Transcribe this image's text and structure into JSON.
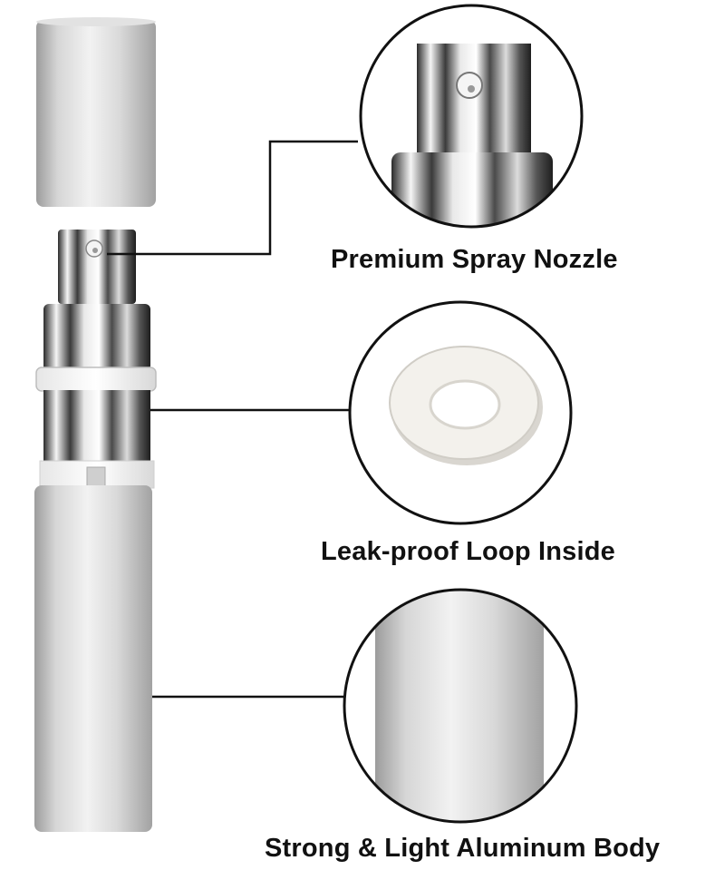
{
  "features": [
    {
      "label": "Premium Spray Nozzle"
    },
    {
      "label": "Leak-proof Loop Inside"
    },
    {
      "label": "Strong & Light Aluminum Body"
    }
  ],
  "colors": {
    "background": "#ffffff",
    "line": "#111111",
    "gasket": "#f3f1ec"
  }
}
